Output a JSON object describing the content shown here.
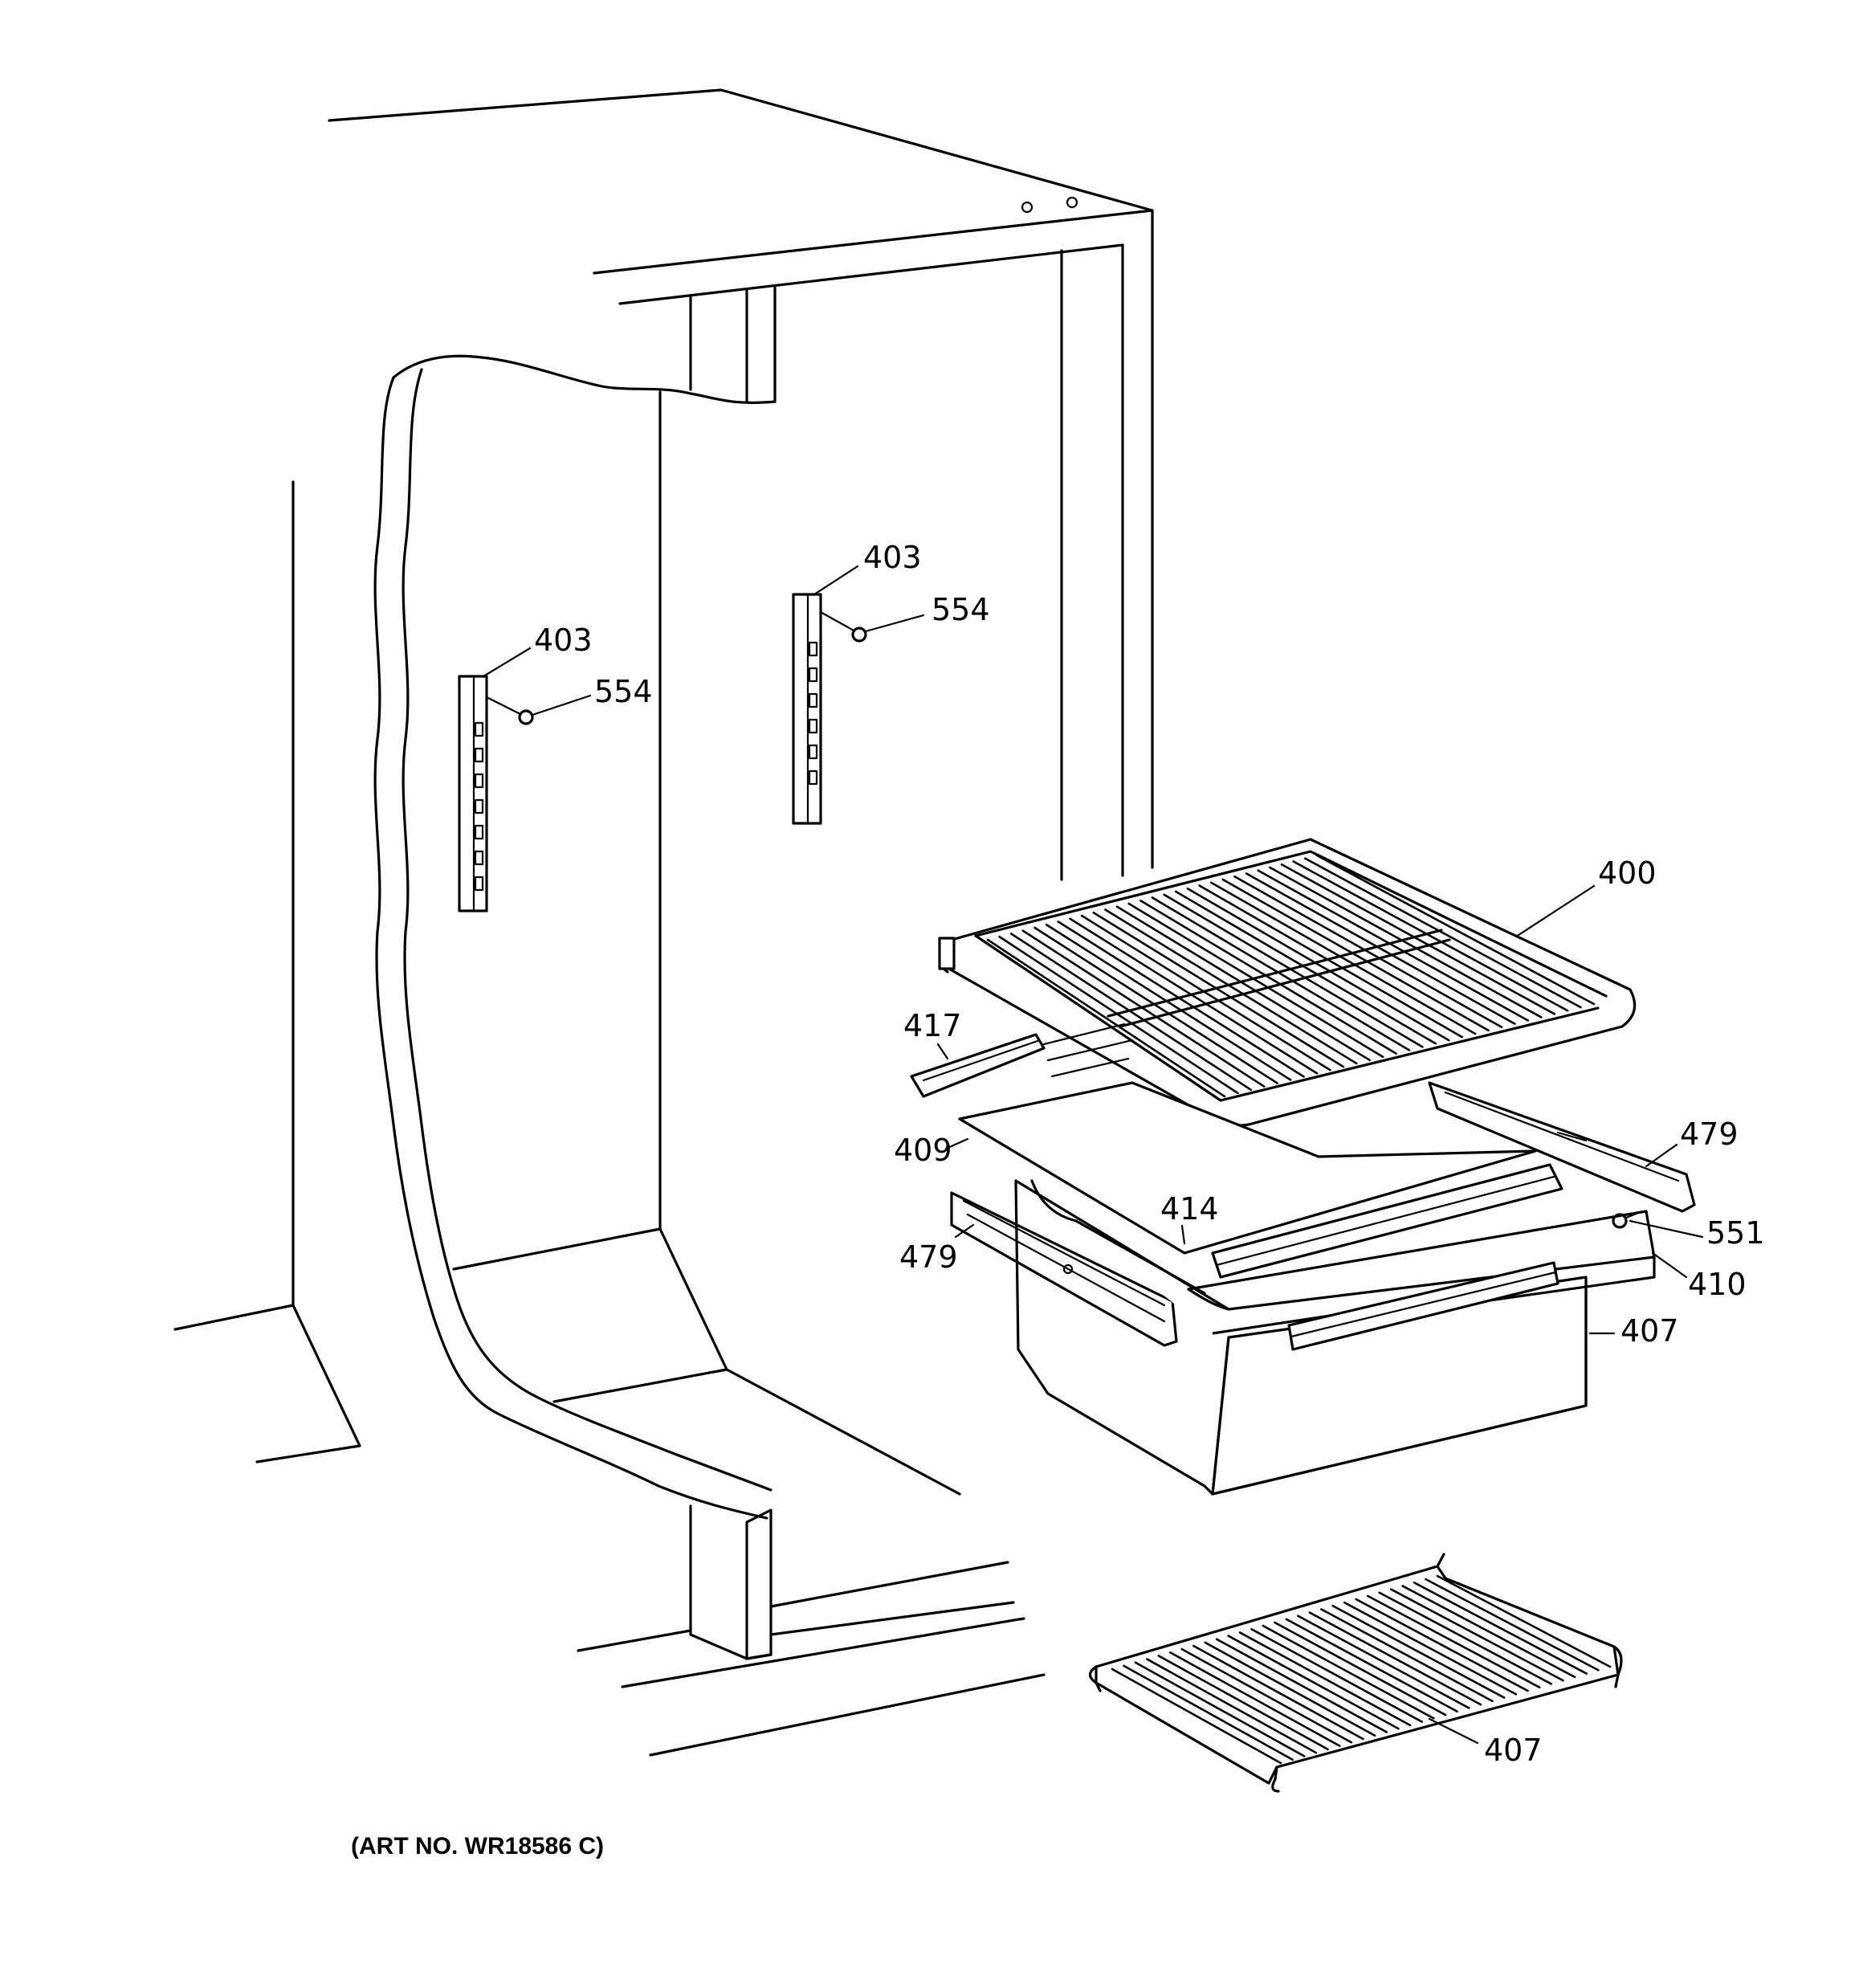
{
  "art_number": "(ART NO. WR18586 C)",
  "callouts": {
    "shelf_top": "400",
    "rail_left_upper": "403",
    "rail_right_upper": "403",
    "screw_left": "554",
    "screw_right": "554",
    "slide_left": "417",
    "glass_cover": "409",
    "slide_rear": "479",
    "slide_front": "479",
    "trim_414": "414",
    "screw_551": "551",
    "frame_410": "410",
    "drawer_407": "407",
    "shelf_bottom_407": "407"
  }
}
